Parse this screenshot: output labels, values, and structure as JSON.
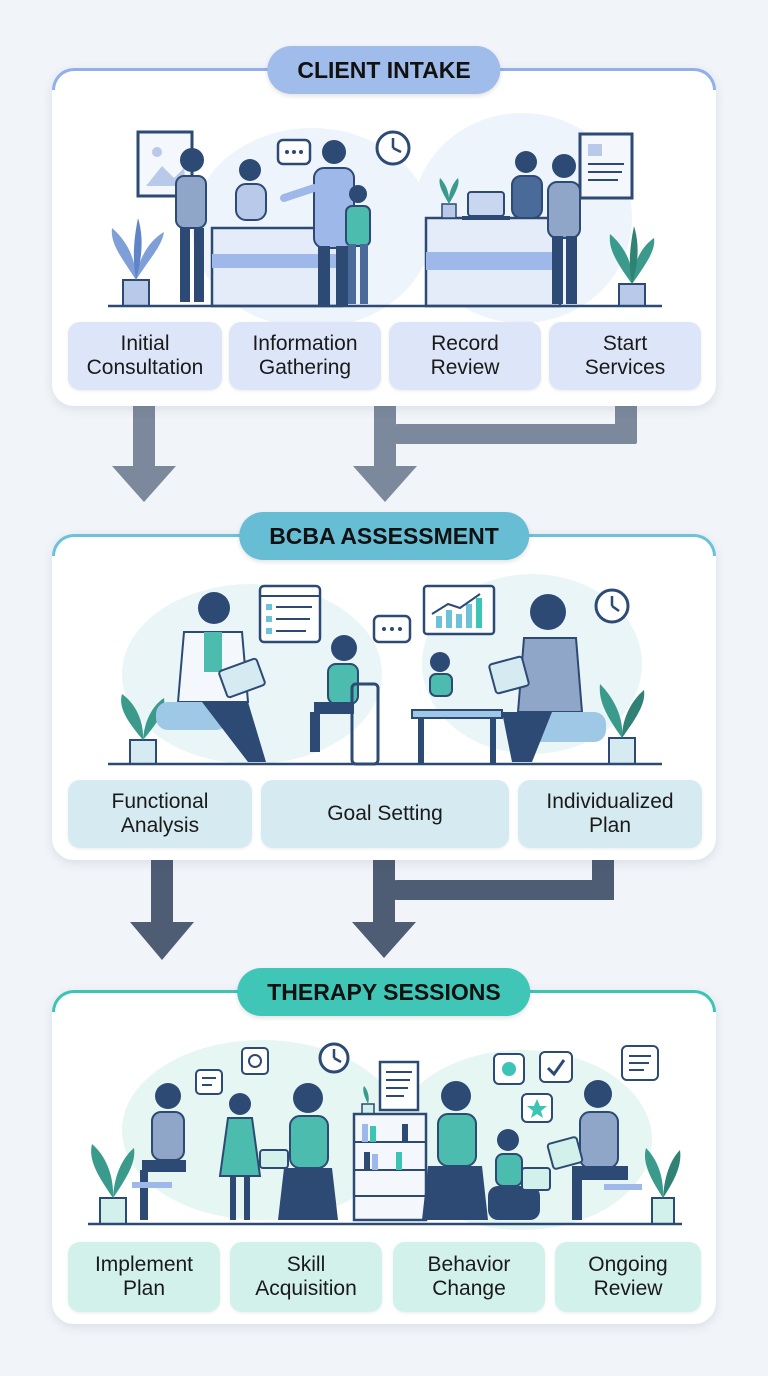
{
  "stages": [
    {
      "title": "CLIENT INTAKE",
      "steps": [
        "Initial\nConsultation",
        "Information\nGathering",
        "Record\nReview",
        "Start\nServices"
      ]
    },
    {
      "title": "BCBA ASSESSMENT",
      "steps": [
        "Functional\nAnalysis",
        "Goal Setting",
        "Individualized\nPlan"
      ]
    },
    {
      "title": "THERAPY SESSIONS",
      "steps": [
        "Implement\nPlan",
        "Skill\nAcquisition",
        "Behavior\nChange",
        "Ongoing\nReview"
      ]
    }
  ],
  "colors": {
    "intake_accent": "#8fb0ea",
    "intake_step": "#dde6f8",
    "assessment_accent": "#6cc2d8",
    "assessment_step": "#d6ebf1",
    "therapy_accent": "#3cc4b4",
    "therapy_step": "#d2f1ea",
    "arrow_top": "#7c889c",
    "arrow_bottom": "#4e5c74",
    "figure_navy": "#2c4a74",
    "figure_teal": "#4cbcae",
    "plant": "#3a9a8c"
  },
  "icons": [
    "plant-icon",
    "clock-icon",
    "chat-bubble-icon",
    "laptop-icon",
    "chart-board-icon",
    "picture-frame-icon",
    "bookshelf-icon",
    "checkmark-icon",
    "star-icon"
  ]
}
